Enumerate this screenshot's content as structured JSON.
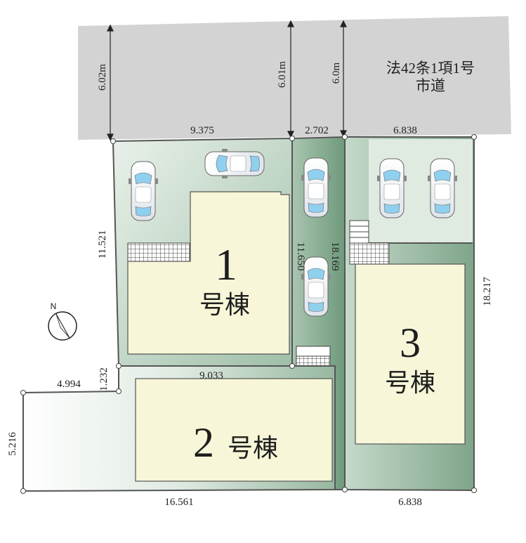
{
  "road": {
    "name": "法42条1項1号",
    "type": "市道"
  },
  "road_widths": {
    "left": "6.02m",
    "middle": "6.01m",
    "right": "6.0m"
  },
  "buildings": [
    {
      "number": "1",
      "label": "号棟"
    },
    {
      "number": "2",
      "label": "号棟"
    },
    {
      "number": "3",
      "label": "号棟"
    }
  ],
  "dimensions": {
    "lot1_front": "9.375",
    "lot1_side": "11.521",
    "passage_front": "2.702",
    "passage_left": "11.650",
    "passage_right": "18.169",
    "lot3_front": "6.838",
    "lot3_side": "18.217",
    "lot3_rear": "6.838",
    "lot2_top": "9.033",
    "lot2_step": "1.232",
    "lot2_left_top": "4.994",
    "lot2_left": "5.216",
    "lot2_rear": "16.561"
  },
  "compass": {
    "label": "N",
    "icon": "north-arrow-icon"
  },
  "colors": {
    "road": "#d3d3d3",
    "lot_green": "#cfe0d2",
    "building_fill": "#f7f6d8",
    "boundary": "#555555"
  }
}
